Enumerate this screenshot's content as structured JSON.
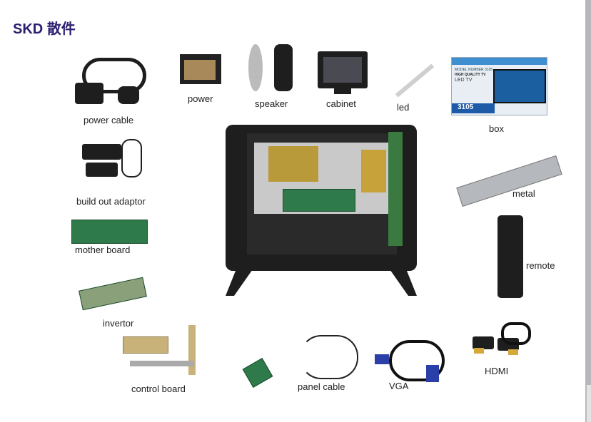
{
  "title": "SKD 散件",
  "colors": {
    "title": "#2b1f70",
    "pcb": "#2e7a4a",
    "cabinet": "#1e1e1e"
  },
  "items": {
    "power_cable": "power cable",
    "power": "power",
    "speaker": "speaker",
    "cabinet": "cabinet",
    "led": "led",
    "box": "box",
    "adaptor": "build out adaptor",
    "metal": "metal",
    "mother_board": "mother board",
    "remote": "remote",
    "invertor": "invertor",
    "hdmi": "HDMI",
    "control_board": "control board",
    "panel_cable": "panel cable",
    "vga": "VGA"
  },
  "box_print": {
    "model": "MODEL NUMBER 3105",
    "quality": "HIGH QUALITY TV",
    "led_tv": "LED TV",
    "number": "3105"
  }
}
